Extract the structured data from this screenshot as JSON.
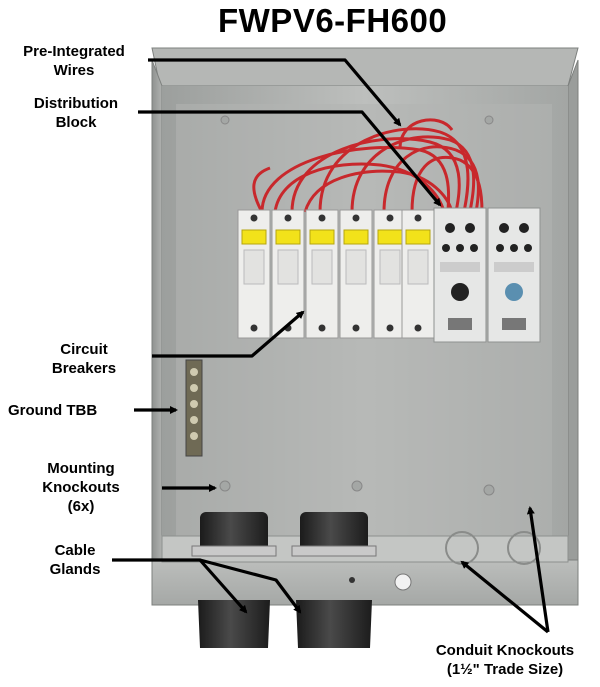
{
  "title": "FWPV6-FH600",
  "callouts": {
    "pre_integrated_wires": [
      "Pre-Integrated",
      "Wires"
    ],
    "distribution_block": [
      "Distribution",
      "Block"
    ],
    "circuit_breakers": [
      "Circuit",
      "Breakers"
    ],
    "ground_tbb": [
      "Ground TBB"
    ],
    "mounting_knockouts": [
      "Mounting",
      "Knockouts",
      "(6x)"
    ],
    "cable_glands": [
      "Cable",
      "Glands"
    ],
    "conduit_knockouts": [
      "Conduit Knockouts",
      "(1½\" Trade Size)"
    ]
  },
  "colors": {
    "enclosure": "#a9acaa",
    "enclosure_inner": "#b8bab8",
    "wire": "#c8282c",
    "breaker_label": "#f2e21a",
    "gland": "#2a2a2a",
    "arrow": "#000000"
  }
}
